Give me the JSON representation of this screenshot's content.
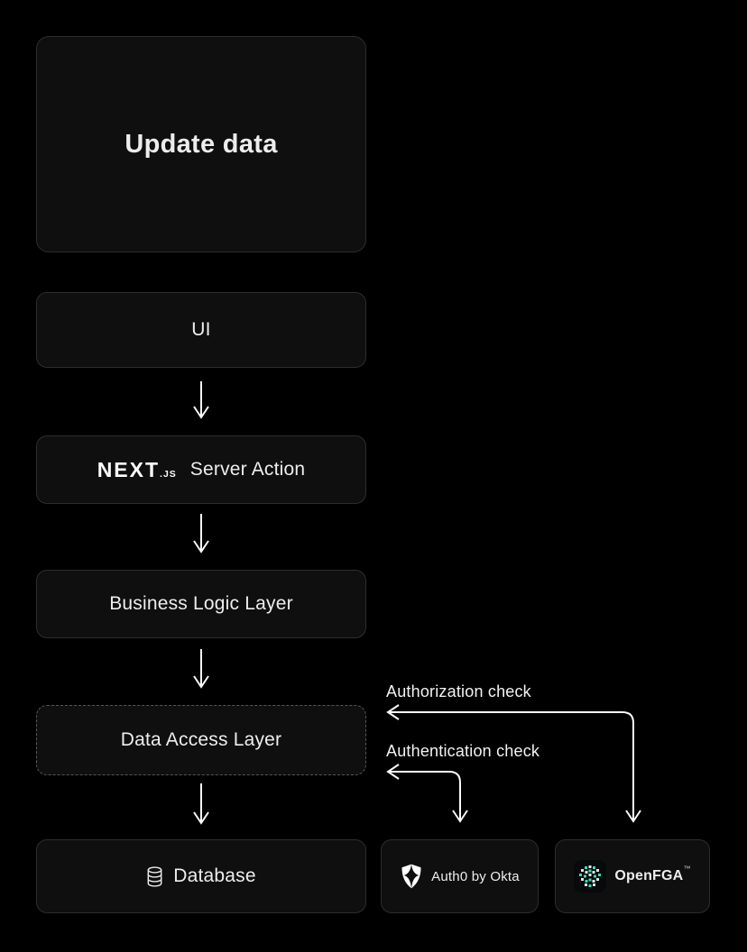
{
  "diagram": {
    "nodes": {
      "update_data": {
        "label": "Update data"
      },
      "ui": {
        "label": "UI"
      },
      "server_action": {
        "brand": "NEXT",
        "brand_suffix": ".JS",
        "label": "Server Action",
        "icon": "nextjs-wordmark"
      },
      "business_logic": {
        "label": "Business Logic Layer"
      },
      "data_access": {
        "label": "Data Access Layer"
      },
      "database": {
        "label": "Database",
        "icon": "database-cylinder-icon"
      },
      "auth0": {
        "label": "Auth0 by Okta",
        "icon": "auth0-shield-icon"
      },
      "openfga": {
        "label": "OpenFGA",
        "trademark": "™",
        "icon": "openfga-pixel-grid-icon"
      }
    },
    "annotations": {
      "authorization_check": "Authorization check",
      "authentication_check": "Authentication check"
    },
    "colors": {
      "background": "#000000",
      "node_fill": "#0f0f0f",
      "node_border": "#2d2d2d",
      "dashed_border": "#565656",
      "text": "#ededed",
      "arrow": "#fafafa",
      "openfga_teal": "#3EDBB0"
    }
  }
}
